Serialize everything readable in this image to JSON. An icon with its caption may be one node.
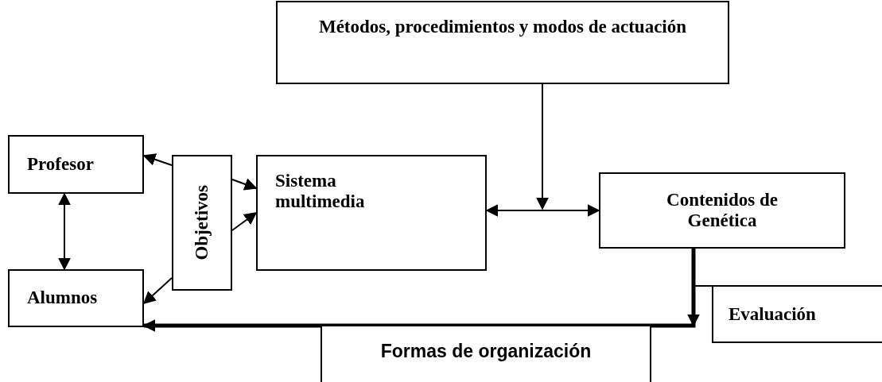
{
  "diagram": {
    "nodes": [
      {
        "text": [
          "Métodos, procedimientos y modos de actuación"
        ]
      },
      {
        "text": [
          "Profesor"
        ]
      },
      {
        "text": [
          "Objetivos"
        ]
      },
      {
        "text": [
          "Sistema multimedia"
        ]
      },
      {
        "text": [
          "Contenidos de Genética"
        ]
      },
      {
        "text": [
          "Alumnos"
        ]
      },
      {
        "text": [
          "Evaluación"
        ]
      },
      {
        "text": [
          "Formas de organización"
        ]
      }
    ],
    "edges": [
      {
        "from": 2,
        "to": 1,
        "arrow": "to"
      },
      {
        "from": 2,
        "to": 5,
        "arrow": "to"
      },
      {
        "from": 2,
        "to": 3,
        "arrow": "to"
      },
      {
        "from": 2,
        "to": 3,
        "arrow": "to"
      },
      {
        "from": 1,
        "to": 5,
        "arrow": "both"
      },
      {
        "from": 3,
        "to": 4,
        "arrow": "both"
      },
      {
        "from": 0,
        "to": null,
        "arrow": "to"
      },
      {
        "from": 4,
        "to": 5,
        "arrow": "to",
        "style": "thick"
      }
    ]
  }
}
